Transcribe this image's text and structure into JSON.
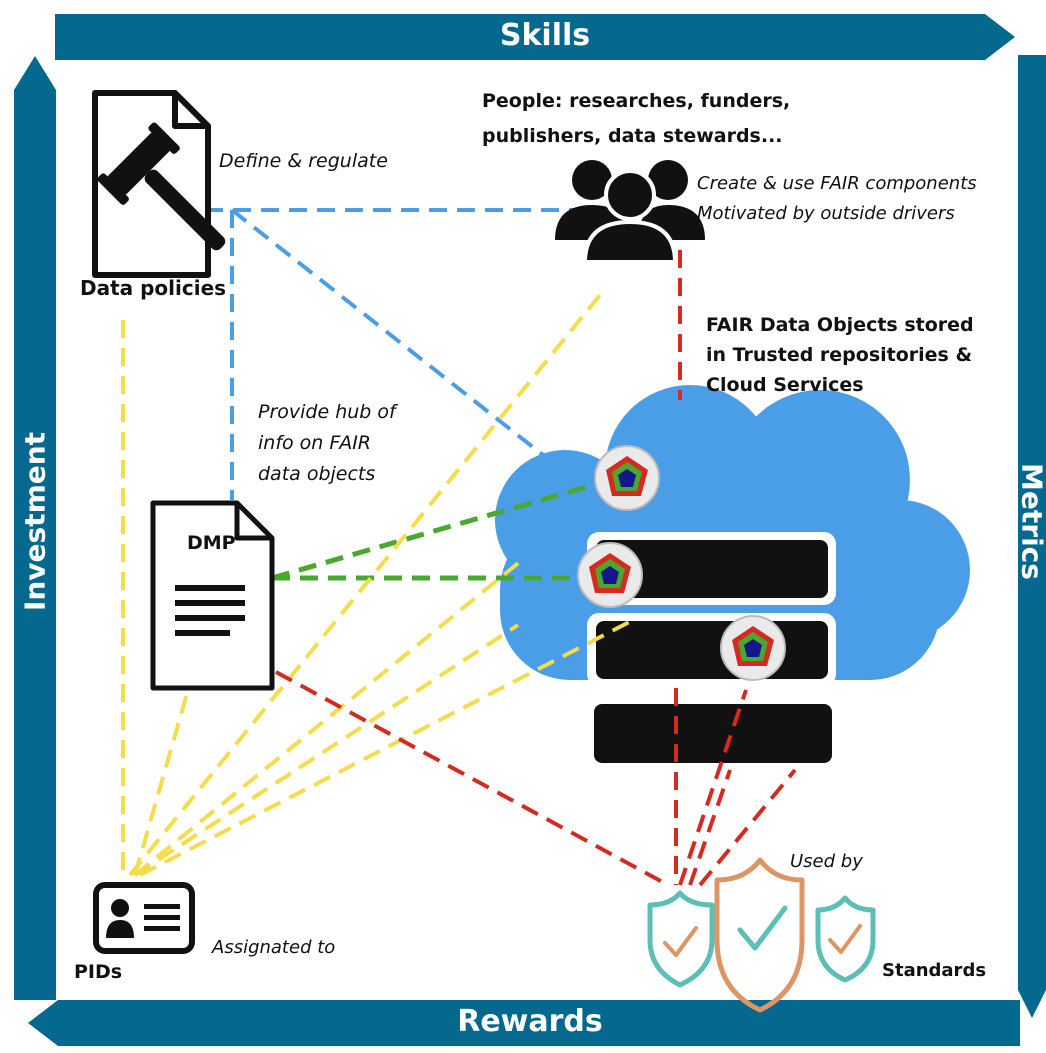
{
  "frame": {
    "top_label": "Skills",
    "bottom_label": "Rewards",
    "left_label": "Investment",
    "right_label": "Metrics",
    "color": "#05698f"
  },
  "nodes": {
    "data_policies": {
      "title": "Data policies",
      "caption": "Define & regulate",
      "icon": "gavel-document-icon"
    },
    "people": {
      "title_line1": "People: researches, funders,",
      "title_line2": "publishers, data stewards...",
      "caption_line1": "Create & use FAIR components",
      "caption_line2": "Motivated by outside drivers",
      "icon": "people-group-icon"
    },
    "repositories": {
      "line1": "FAIR Data Objects stored",
      "line2": "in Trusted repositories &",
      "line3": "Cloud Services",
      "icon": "cloud-server-icon"
    },
    "dmp": {
      "label": "DMP",
      "caption_line1": "Provide hub of",
      "caption_line2": "info on FAIR",
      "caption_line3": "data objects",
      "icon": "dmp-document-icon"
    },
    "pids": {
      "title": "PIDs",
      "caption": "Assignated to",
      "icon": "id-card-icon"
    },
    "standards": {
      "title": "Standards",
      "caption": "Used by",
      "icon": "shield-check-icon"
    }
  },
  "colors": {
    "blue_link": "#4a9ee8",
    "yellow_link": "#f5dc4a",
    "green_link": "#4aa831",
    "red_link": "#d42a20",
    "cloud": "#4a9ee8",
    "teal_shield": "#5bbfb5",
    "orange_shield": "#dd9566"
  }
}
